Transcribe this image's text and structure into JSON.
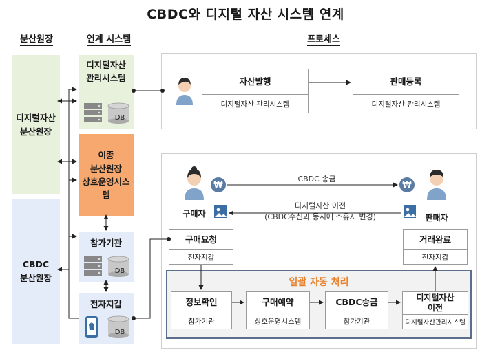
{
  "title": "CBDC와 디지털 자산 시스템 연계",
  "columns": {
    "ledgers": "분산원장",
    "systems": "연계 시스템",
    "process": "프로세스"
  },
  "ledgers": {
    "digital_asset": "디지털자산\n분산원장",
    "cbdc": "CBDC\n분산원장"
  },
  "systems": {
    "asset_mgmt": "디지털자산\n관리시스템",
    "interop": "이종\n분산원장\n상호운영시스템",
    "participant": "참가기관",
    "wallet": "전자지갑",
    "db_label": "DB"
  },
  "top_process": {
    "issue": {
      "title": "자산발행",
      "sub": "디지털자산 관리시스템"
    },
    "listing": {
      "title": "판매등록",
      "sub": "디지털자산 관리시스템"
    }
  },
  "transaction": {
    "buyer": "구매자",
    "seller": "판매자",
    "cbdc_transfer": "CBDC 송금",
    "asset_transfer": "디지털자산 이전\n(CBDC수신과 동시에 소유자 변경)",
    "coin_symbol": "₩",
    "purchase_request": {
      "title": "구매요청",
      "sub": "전자지갑"
    },
    "trade_complete": {
      "title": "거래완료",
      "sub": "전자지갑"
    },
    "batch_title": "일괄 자동 처리",
    "steps": [
      {
        "title": "정보확인",
        "sub": "참가기관"
      },
      {
        "title": "구매예약",
        "sub": "상호운영시스템"
      },
      {
        "title": "CBDC송금",
        "sub": "참가기관"
      },
      {
        "title": "디지털자산\n이전",
        "sub": "디지털자산관리시스템"
      }
    ]
  },
  "colors": {
    "ledger_green": "#e7f1dc",
    "ledger_blue": "#e3ecf8",
    "interop_orange": "#f6a86f",
    "batch_border": "#5b6f8c",
    "batch_title": "#e9822e",
    "person_body": "#7fa3c9",
    "coin": "#5a7ba3"
  },
  "icons": [
    "person-icon",
    "server-icon",
    "database-icon",
    "phone-wallet-icon",
    "asset-image-icon",
    "won-coin-icon"
  ]
}
